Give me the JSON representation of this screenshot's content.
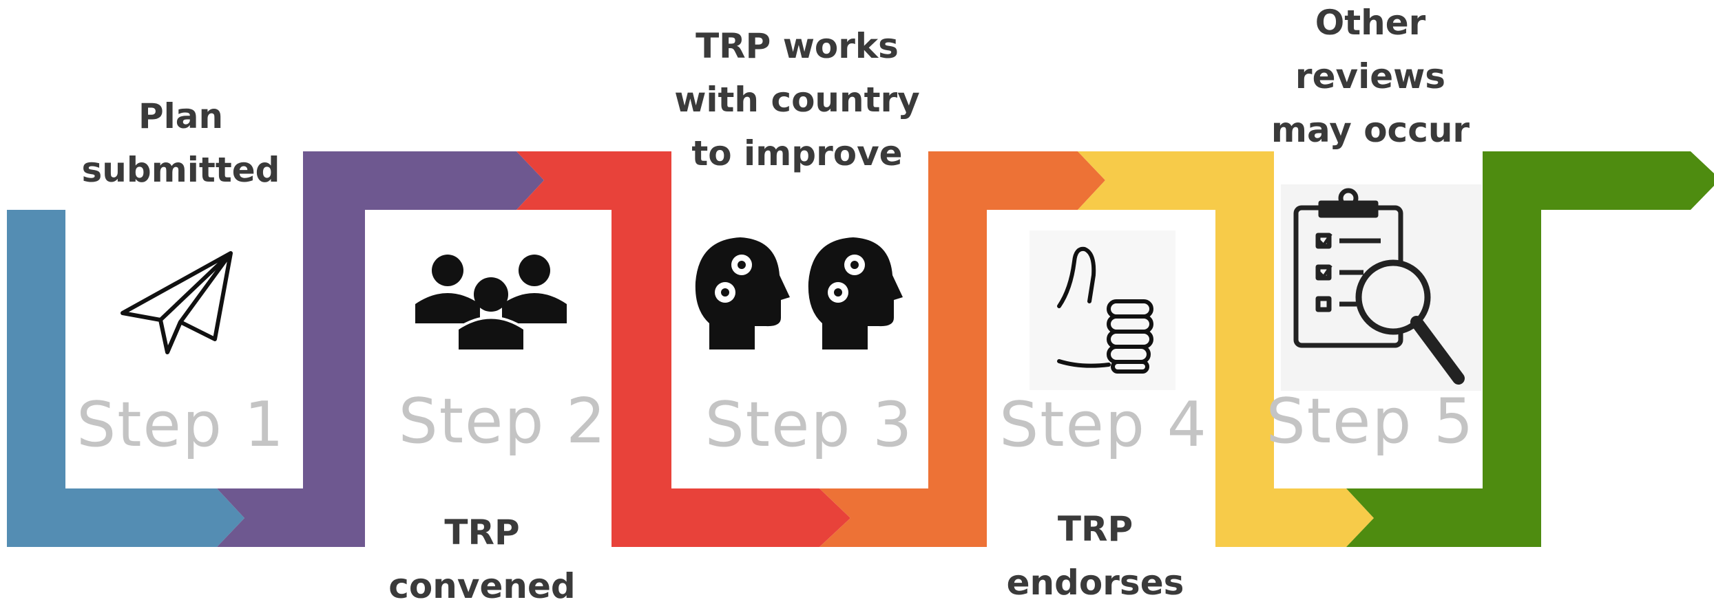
{
  "steps": [
    {
      "label": "Step 1",
      "caption": [
        "Plan",
        "submitted"
      ],
      "color": "#548db3",
      "icon": "paper-plane-icon"
    },
    {
      "label": "Step 2",
      "caption": [
        "TRP",
        "convened"
      ],
      "color": "#6e5890",
      "icon": "group-people-icon"
    },
    {
      "label": "Step 3",
      "caption": [
        "TRP works",
        "with country",
        "to improve"
      ],
      "color": "#e8423a",
      "icon": "heads-with-gears-icon"
    },
    {
      "label": "Step 4",
      "caption": [
        "TRP",
        "endorses"
      ],
      "color": "#ed7236",
      "icon": "thumbs-up-icon"
    },
    {
      "label": "Step 5",
      "caption": [
        "Other",
        "reviews",
        "may occur"
      ],
      "color": "#f7cb49",
      "icon": "clipboard-magnifier-icon"
    }
  ],
  "final_color": "#4e8c10",
  "text_colors": {
    "caption": "#3a3a3a",
    "step": "#c4c4c4"
  }
}
